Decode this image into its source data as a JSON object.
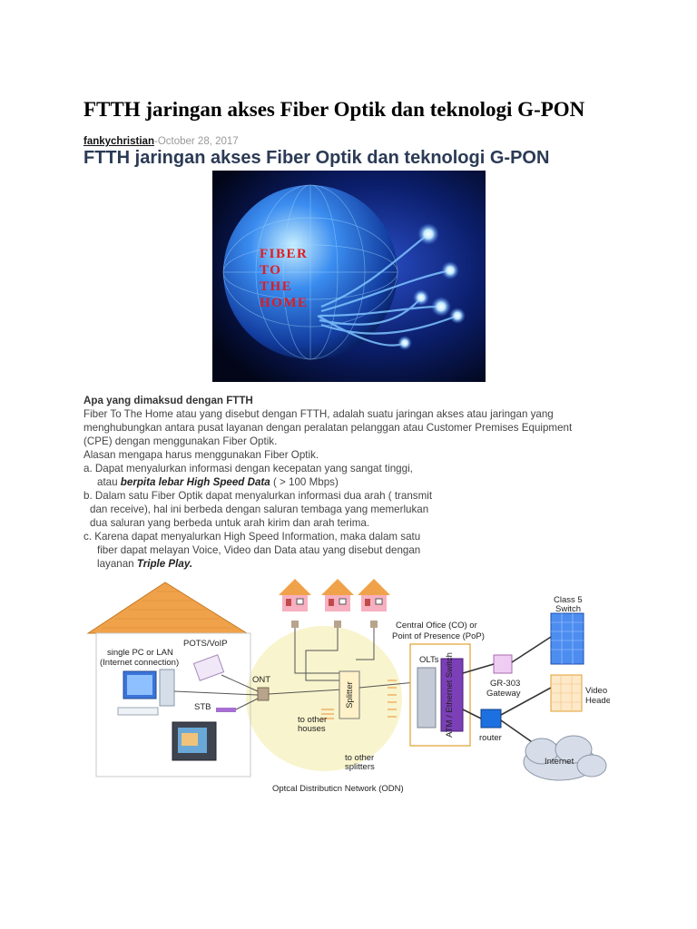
{
  "doc_title": "FTTH jaringan akses Fiber Optik dan teknologi G-PON",
  "byline": {
    "author": "fankychristian",
    "separator": "-",
    "date": "October 28, 2017"
  },
  "post_title": "FTTH jaringan akses Fiber Optik dan teknologi G-PON",
  "hero": {
    "text_lines": [
      "FIBER",
      "TO",
      "THE",
      "HOME"
    ]
  },
  "body": {
    "heading": "Apa yang dimaksud dengan FTTH",
    "p1": [
      "Fiber To The Home atau yang disebut dengan FTTH, adalah suatu jaringan akses atau jaringan yang",
      "menghubungkan antara pusat layanan dengan peralatan pelanggan atau Customer Premises Equipment",
      "(CPE) dengan menggunakan Fiber Optik."
    ],
    "p2": "Alasan mengapa harus menggunakan Fiber Optik.",
    "a_line1": "a.  Dapat menyalurkan informasi dengan kecepatan yang sangat tinggi,",
    "a_line2_pre": "atau ",
    "a_line2_bold": "berpita lebar High  Speed Data",
    "a_line2_post": " ( > 100 Mbps)",
    "b_lines": [
      "b.  Dalam satu Fiber Optik dapat menyalurkan informasi dua arah ( transmit",
      "dan receive),    hal ini berbeda dengan saluran tembaga yang memerlukan",
      "dua saluran yang berbeda untuk arah kirim dan arah terima."
    ],
    "c_line1": "c.  Karena dapat menyalurkan High Speed Information, maka dalam satu",
    "c_line2": "fiber dapat melayan Voice, Video dan Data atau yang disebut dengan",
    "c_line3_pre": "layanan ",
    "c_line3_bold": "Triple Play."
  },
  "diagram": {
    "pots": "POTS/VoIP",
    "pc1": "single PC or LAN",
    "pc2": "(Internet connection)",
    "ont": "ONT",
    "stb": "STB",
    "splitter": "Splitter",
    "other_houses_1": "to other",
    "other_houses_2": "houses",
    "other_splitters_1": "to other",
    "other_splitters_2": "splitters",
    "odn": "Optcal Distributicn Network (ODN)",
    "co1": "Central Ofice (CO) or",
    "co2": "Point of Presence (PoP)",
    "olts": "OLTs",
    "atm": "ATM / Ethernet Switch",
    "gr1": "GR-303",
    "gr2": "Gateway",
    "router": "router",
    "class5_1": "Class 5",
    "class5_2": "Switch",
    "video1": "Video",
    "video2": "Headend",
    "internet": "Internet"
  }
}
